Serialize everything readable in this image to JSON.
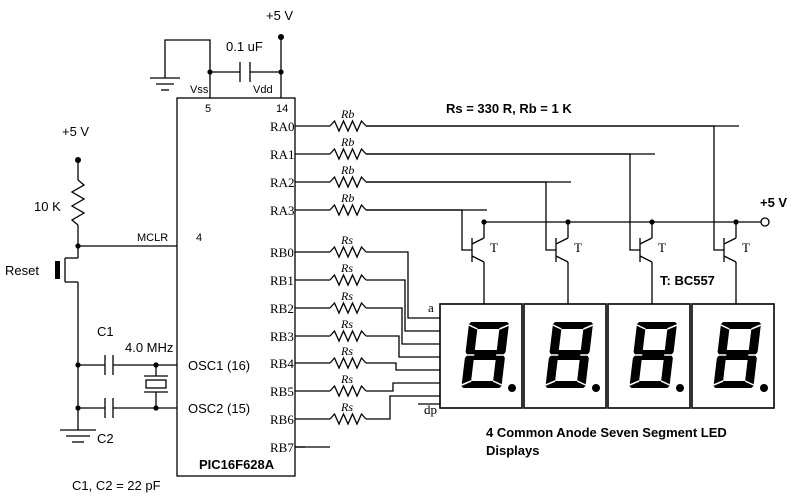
{
  "supply": {
    "top": "+5 V",
    "reset_rail": "+5 V",
    "right_rail": "+5 V"
  },
  "mcu": {
    "name": "PIC16F628A",
    "vss": "Vss",
    "vdd": "Vdd",
    "pin_vss": "5",
    "pin_vdd": "14",
    "pin_mclr": "4",
    "mclr": "MCLR",
    "osc1": "OSC1 (16)",
    "osc2": "OSC2 (15)",
    "ra": [
      "RA0",
      "RA1",
      "RA2",
      "RA3"
    ],
    "rb": [
      "RB0",
      "RB1",
      "RB2",
      "RB3",
      "RB4",
      "RB5",
      "RB6",
      "RB7"
    ]
  },
  "components": {
    "decoupling_cap": "0.1 uF",
    "pullup": "10 K",
    "reset": "Reset",
    "c1": "C1",
    "c2": "C2",
    "crystal": "4.0 MHz",
    "cap_values": "C1, C2 = 22 pF",
    "rb_resistor": "Rb",
    "rs_resistor": "Rs",
    "transistor": "T",
    "transistor_type": "T: BC557",
    "resistor_values": "Rs = 330 R,  Rb = 1 K"
  },
  "display": {
    "seg_a": "a",
    "seg_dp": "dp",
    "caption_line1": "4 Common Anode Seven Segment LED",
    "caption_line2": "Displays",
    "digit_count": 4
  }
}
